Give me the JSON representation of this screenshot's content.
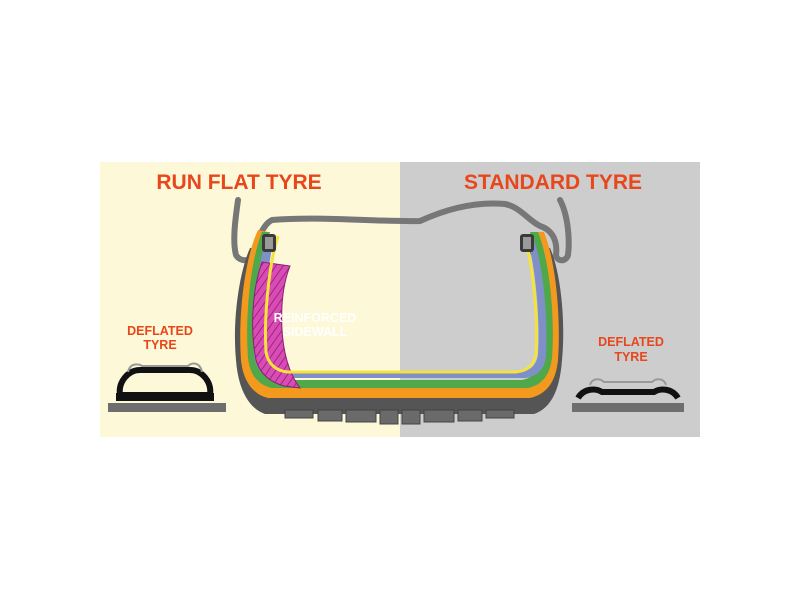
{
  "left_panel": {
    "title": "RUN FLAT TYRE",
    "deflated_label_line1": "DEFLATED",
    "deflated_label_line2": "TYRE",
    "sidewall_label_line1": "REINFORCED",
    "sidewall_label_line2": "SIDEWALL"
  },
  "right_panel": {
    "title": "STANDARD TYRE",
    "deflated_label_line1": "DEFLATED",
    "deflated_label_line2": "TYRE"
  },
  "colors": {
    "left_background": "#FCF8D8",
    "right_background": "#CDCDCD",
    "title_text": "#E8461B",
    "sidewall_text": "#FFFFFF",
    "tread": "#555555",
    "rim": "#777777",
    "orange_layer": "#F39A1E",
    "green_layer": "#4FA84A",
    "blue_layer": "#7F8FC8",
    "yellow_layer": "#F5E33C",
    "insert_pink": "#D94CB5",
    "ground": "#6E6E6E"
  }
}
